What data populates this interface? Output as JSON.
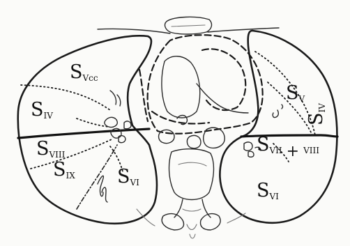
{
  "labels": {
    "vcc": {
      "s": "S",
      "sub": "Vcc"
    },
    "iv_left": {
      "s": "S",
      "sub": "IV"
    },
    "viii_left": {
      "s": "S",
      "sub": "VIII"
    },
    "ix_left": {
      "s": "S",
      "sub": "IX"
    },
    "vi_left": {
      "s": "S",
      "sub": "VI"
    },
    "v_right": {
      "s": "S",
      "sub": "V"
    },
    "iv_right": {
      "s": "S",
      "sub": "IV"
    },
    "vii_viii_right": {
      "s": "S",
      "sub": "VII",
      "plus": "+",
      "extra": "VIII"
    },
    "vi_right": {
      "s": "S",
      "sub": "VI"
    }
  }
}
